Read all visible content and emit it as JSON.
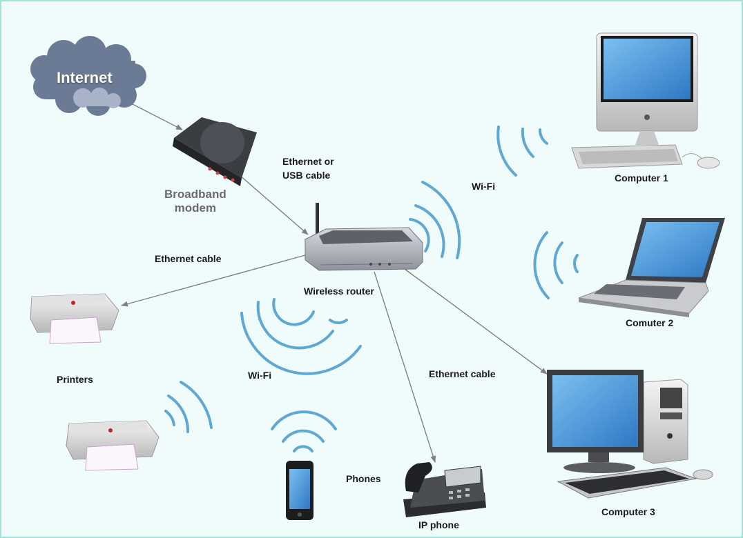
{
  "labels": {
    "internet": "Internet",
    "modem_line1": "Broadband",
    "modem_line2": "modem",
    "ethernet_usb_line1": "Ethernet or",
    "ethernet_usb_line2": "USB cable",
    "wifi_top": "Wi-Fi",
    "computer1": "Computer 1",
    "ethernet_cable_left": "Ethernet cable",
    "wireless_router": "Wireless router",
    "computer2": "Comuter 2",
    "printers": "Printers",
    "wifi_bottom": "Wi-Fi",
    "ethernet_cable_right": "Ethernet cable",
    "computer3": "Computer 3",
    "phones": "Phones",
    "ip_phone": "IP phone"
  },
  "colors": {
    "background": "#f0fcfb",
    "wifi_wave": "#5fa8d3",
    "connector": "#808080",
    "cloud": "#6b7b95",
    "screen": "#4f9fe0"
  },
  "icons": [
    "cloud-icon",
    "modem-icon",
    "router-icon",
    "desktop-icon",
    "laptop-icon",
    "tower-pc-icon",
    "printer-icon",
    "smartphone-icon",
    "ip-phone-icon",
    "wifi-waves-icon"
  ]
}
